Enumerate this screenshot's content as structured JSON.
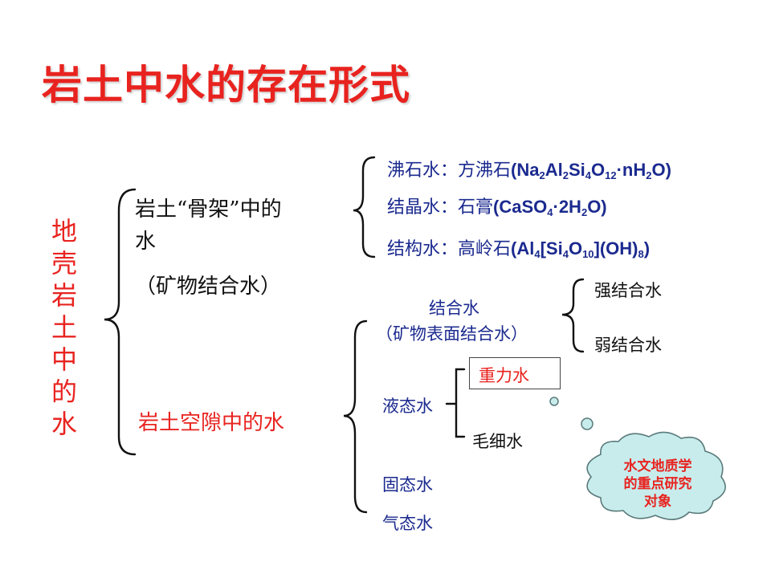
{
  "title": "岩土中水的存在形式",
  "root": "地壳岩土中的水",
  "skeleton": {
    "line1": "岩土“骨架”中的",
    "line2": "水",
    "note": "（矿物结合水）",
    "items": [
      {
        "label": "沸石水：方沸石",
        "formula": {
          "open": "(Na",
          "s1": "2",
          "a": "Al",
          "s2": "2",
          "b": "Si",
          "s3": "4",
          "c": "O",
          "s4": "12",
          "d": "·nH",
          "s5": "2",
          "e": "O)"
        }
      },
      {
        "label": "结晶水：石膏",
        "formula": {
          "open": "(CaSO",
          "s1": "4",
          "a": "·2H",
          "s2": "2",
          "b": "O)"
        }
      },
      {
        "label": "结构水：高岭石",
        "formula": {
          "open": "(Al",
          "s1": "4",
          "a": "[Si",
          "s2": "4",
          "b": "O",
          "s3": "10",
          "c": "](OH)",
          "s4": "8",
          "d": ")"
        }
      }
    ]
  },
  "pore": {
    "label": "岩土空隙中的水",
    "bound": {
      "line1": "结合水",
      "line2": "（矿物表面结合水）",
      "strong": "强结合水",
      "weak": "弱结合水"
    },
    "liquid": {
      "label": "液态水",
      "gravity": "重力水",
      "capillary": "毛细水"
    },
    "solid": "固态水",
    "gas": "气态水"
  },
  "callout": {
    "line1": "水文地质学",
    "line2": "的重点研究",
    "line3": "对象"
  },
  "colors": {
    "title": "#e8231f",
    "blue_text": "#1b2a8f",
    "cloud_fill": "#c8ecec",
    "bracket": "#111111"
  }
}
